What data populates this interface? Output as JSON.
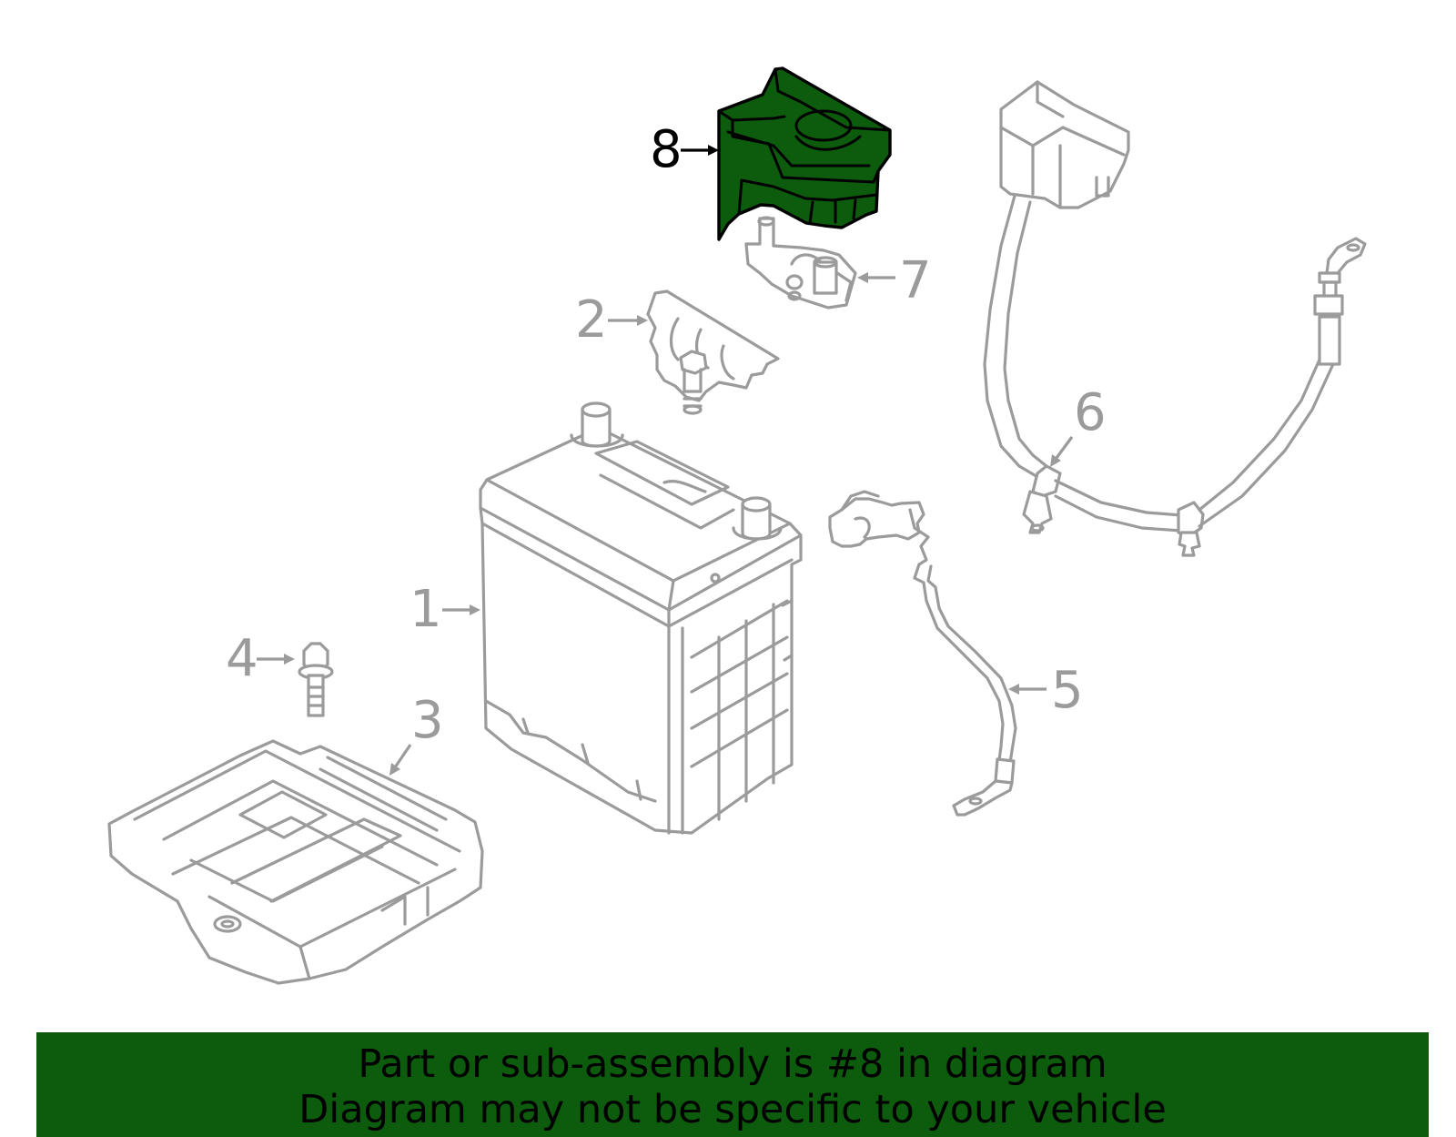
{
  "colors": {
    "highlight": "#0d5c0d",
    "banner": "#0d5c0d",
    "line_art": "#9b9b9b",
    "highlight_outline": "#000000"
  },
  "diagram": {
    "highlighted_part": "8",
    "callouts": [
      {
        "id": "1",
        "label": "1",
        "highlighted": false
      },
      {
        "id": "2",
        "label": "2",
        "highlighted": false
      },
      {
        "id": "3",
        "label": "3",
        "highlighted": false
      },
      {
        "id": "4",
        "label": "4",
        "highlighted": false
      },
      {
        "id": "5",
        "label": "5",
        "highlighted": false
      },
      {
        "id": "6",
        "label": "6",
        "highlighted": false
      },
      {
        "id": "7",
        "label": "7",
        "highlighted": false
      },
      {
        "id": "8",
        "label": "8",
        "highlighted": true
      }
    ]
  },
  "banner": {
    "line1": "Part or sub-assembly is #8 in diagram",
    "line2": "Diagram may not be specific to your vehicle"
  }
}
